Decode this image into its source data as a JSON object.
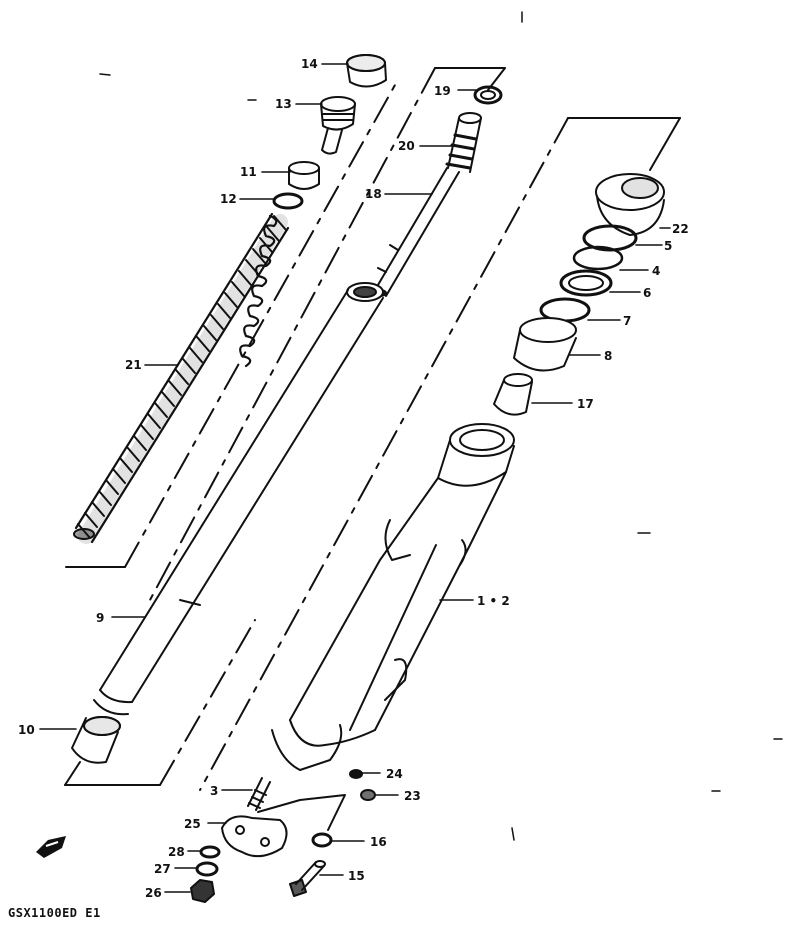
{
  "diagram": {
    "code": "GSX1100ED E1",
    "labels": {
      "p1_2": "1 • 2",
      "p3": "3",
      "p4": "4",
      "p5": "5",
      "p6": "6",
      "p7": "7",
      "p8": "8",
      "p9": "9",
      "p10": "10",
      "p11": "11",
      "p12": "12",
      "p13": "13",
      "p14": "14",
      "p15": "15",
      "p16": "16",
      "p17": "17",
      "p18": "18",
      "p19": "19",
      "p20": "20",
      "p21": "21",
      "p22": "22",
      "p23": "23",
      "p24": "24",
      "p25": "25",
      "p26": "26",
      "p27": "27",
      "p28": "28"
    }
  },
  "icons": {
    "direction": "front-arrow-icon"
  }
}
